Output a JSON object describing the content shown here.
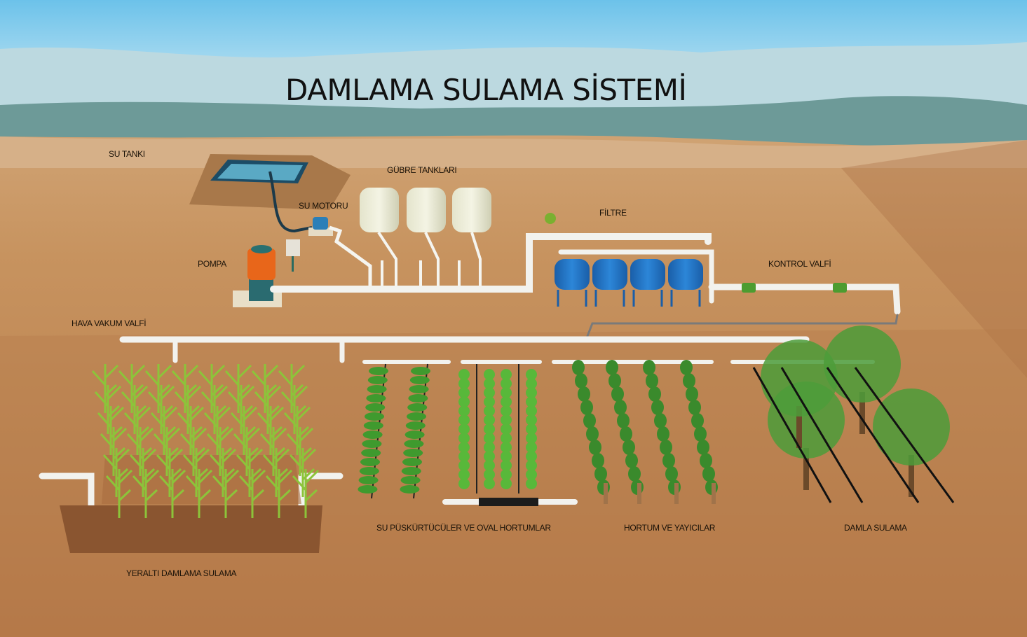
{
  "title": "DAMLAMA SULAMA SİSTEMİ",
  "labels": {
    "water_tank": "SU TANKI",
    "fertilizer_tanks": "GÜBRE TANKLARI",
    "water_motor": "SU MOTORU",
    "filter": "FİLTRE",
    "pump": "POMPA",
    "control_valve": "KONTROL VALFİ",
    "air_vacuum_valve": "HAVA VAKUM VALFİ",
    "sprinklers_oval_hoses": "SU PÜSKÜRTÜCÜLER VE OVAL HORTUMLAR",
    "hose_spreaders": "HORTUM VE YAYICILAR",
    "drip_irrigation": "DAMLA SULAMA",
    "underground_drip": "YERALTI DAMLAMA SULAMA"
  },
  "colors": {
    "sky": "#74c6ea",
    "mountain": "#6d9a98",
    "ground": "#c08c5c",
    "pipe": "#f2f2ee",
    "filter": "#1f6fbf",
    "pump": "#e8661a",
    "plant": "#4da832"
  }
}
